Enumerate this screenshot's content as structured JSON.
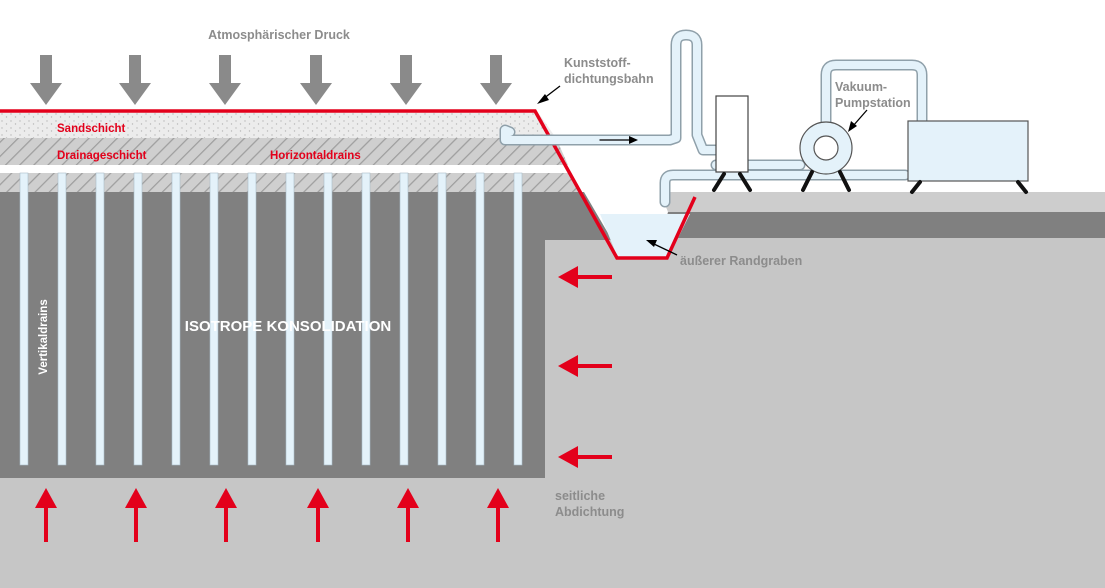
{
  "labels": {
    "atmospheric_pressure": "Atmosphärischer Druck",
    "sand_layer": "Sandschicht",
    "drainage_layer": "Drainageschicht",
    "horizontal_drains": "Horizontaldrains",
    "membrane_line1": "Kunststoff-",
    "membrane_line2": "dichtungsbahn",
    "pump_line1": "Vakuum-",
    "pump_line2": "Pumpstation",
    "outer_trench": "äußerer Randgraben",
    "vertical_drains": "Vertikaldrains",
    "isotropic_consolidation": "ISOTROPE KONSOLIDATION",
    "lateral_seal_line1": "seitliche",
    "lateral_seal_line2": "Abdichtung"
  },
  "colors": {
    "accent_red": "#e3001b",
    "arrow_gray": "#8a8a8a",
    "label_gray": "#8c8c8c",
    "soil_dark": "#808080",
    "soil_light": "#c6c6c6",
    "drain_blue": "#e4f2fa",
    "pipe_outline": "#8fa0aa"
  }
}
